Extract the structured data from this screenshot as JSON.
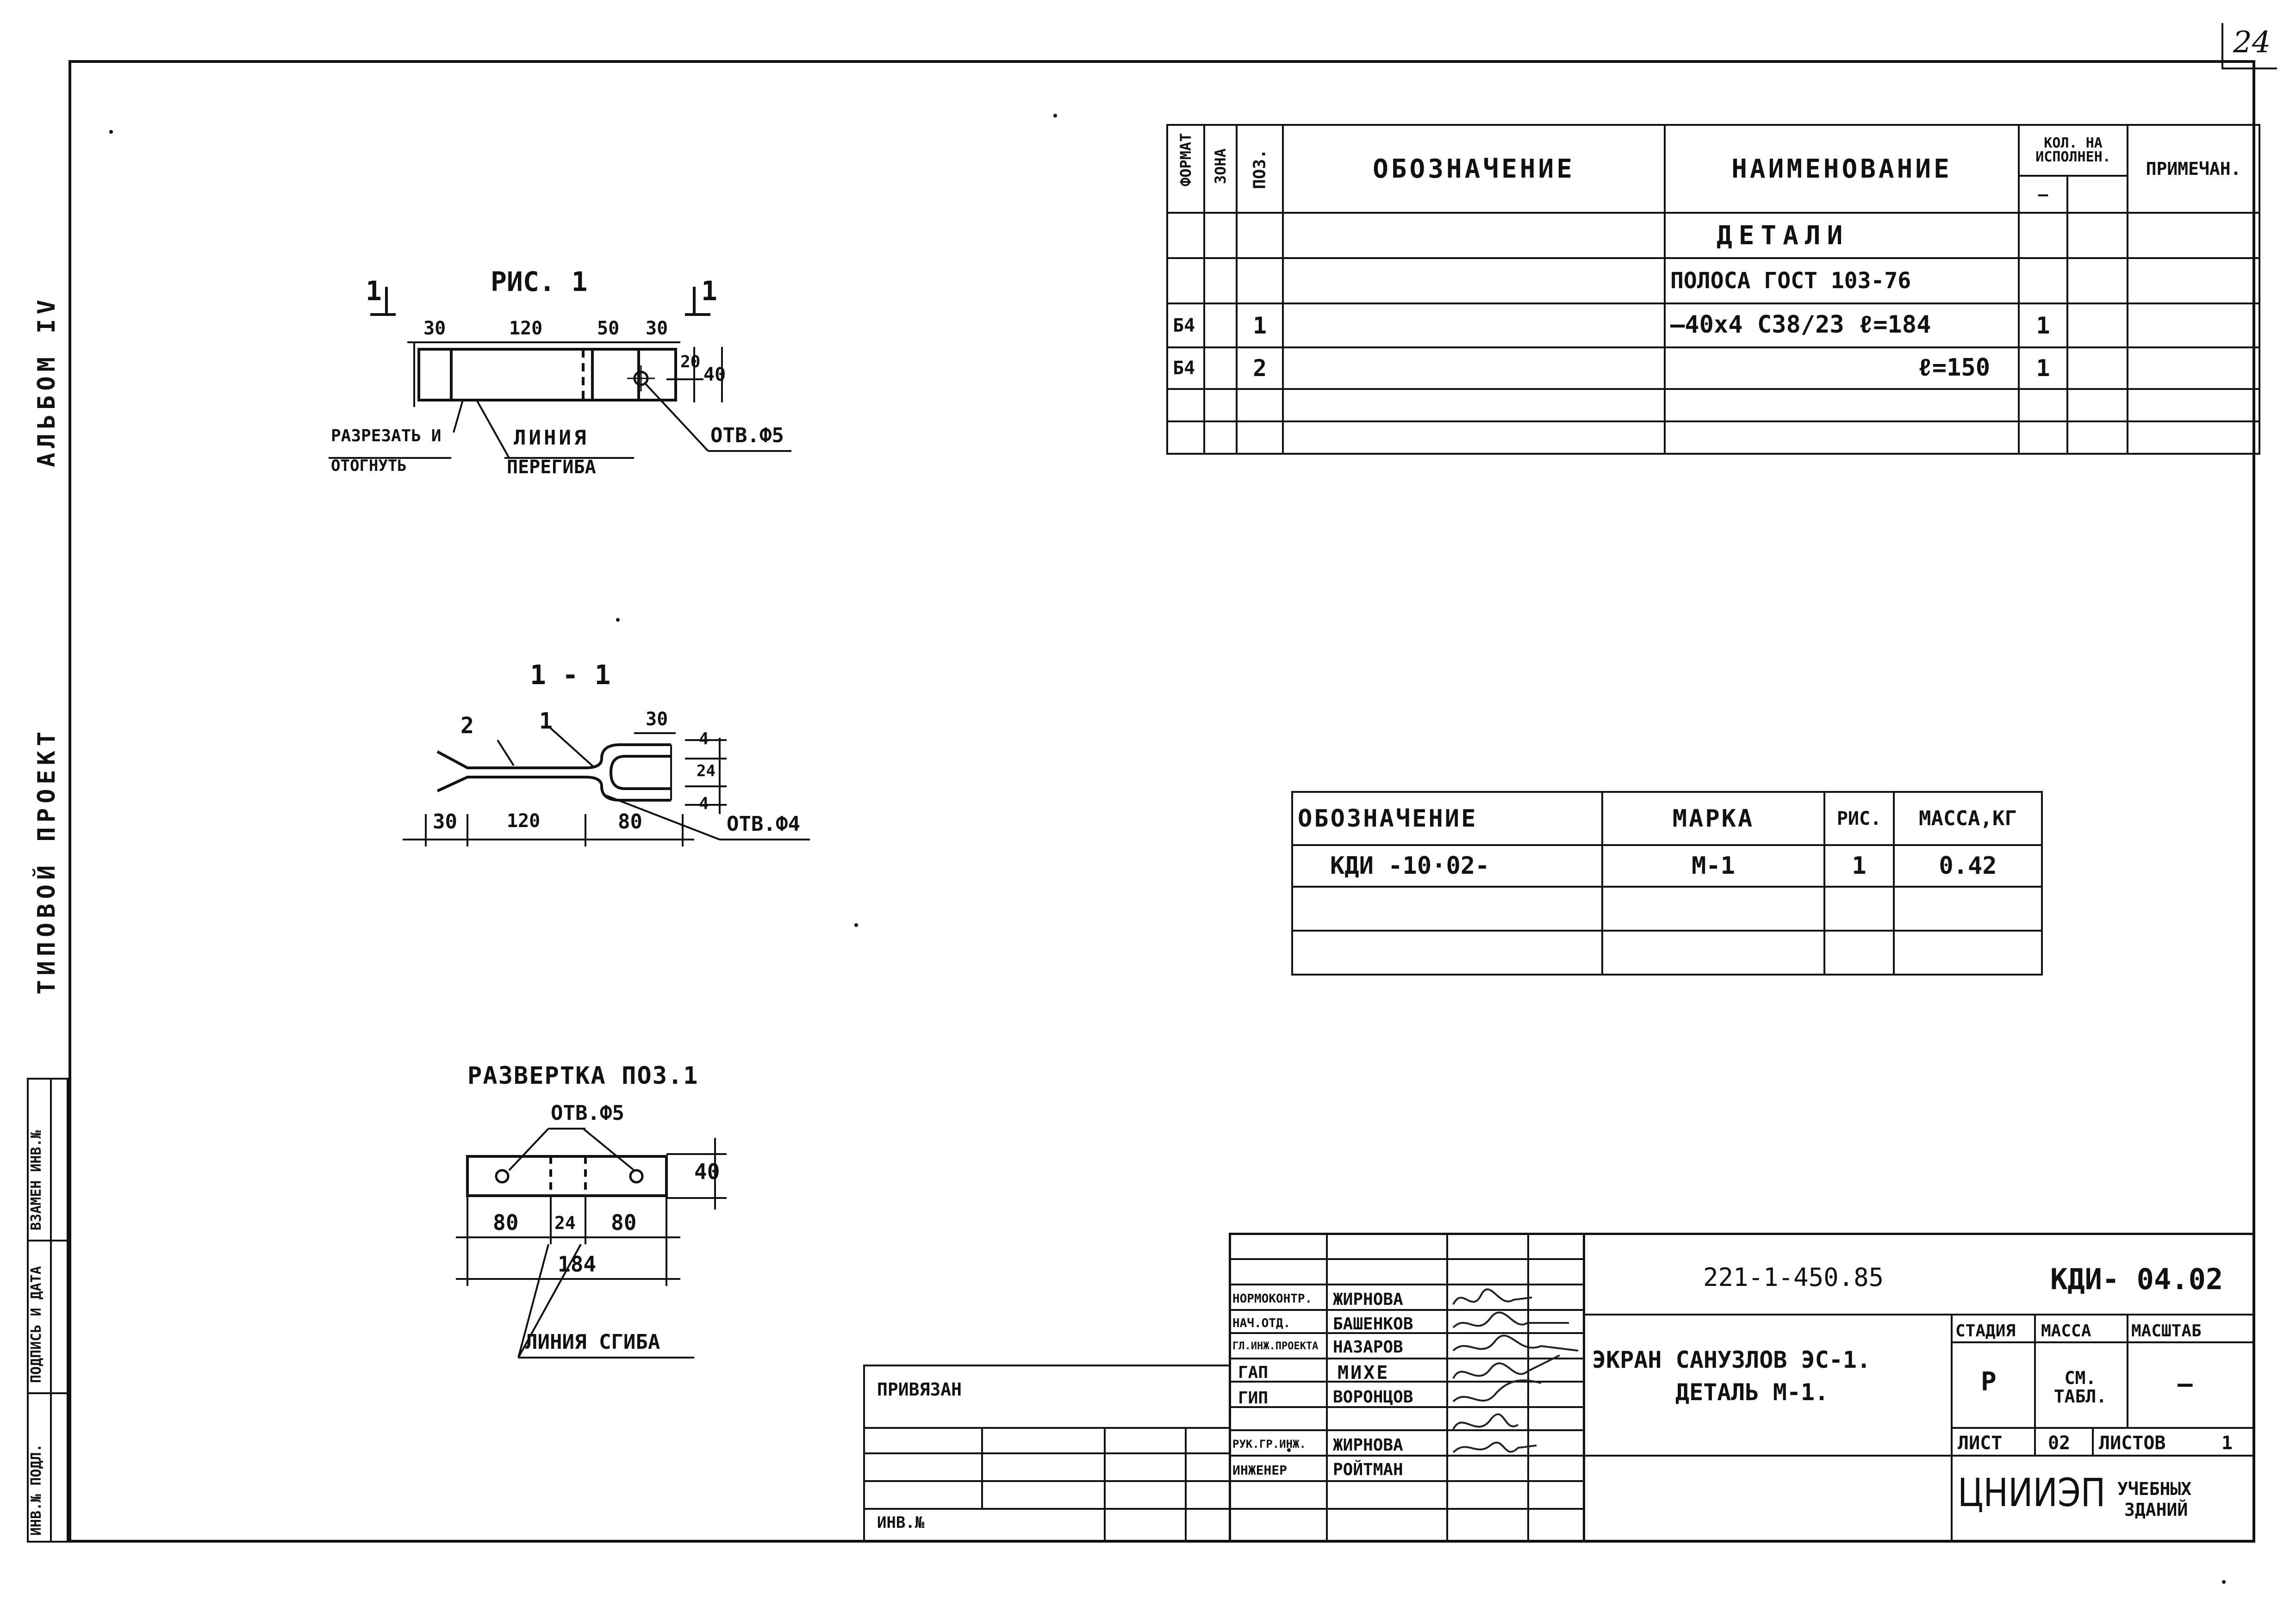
{
  "sheet_number": "24",
  "left_margin": {
    "album": "АЛЬБОМ IV",
    "project": "ТИПОВОЙ ПРОЕКТ",
    "stamp_cells": [
      "ИНВ.№ ПОДЛ.",
      "ПОДПИСЬ И ДАТА",
      "ВЗАМЕН ИНВ.№"
    ]
  },
  "spec_table": {
    "headers": {
      "format": "ФОРМАТ",
      "zone": "ЗОНА",
      "pos": "ПОЗ.",
      "designation": "ОБОЗНАЧЕНИЕ",
      "name": "НАИМЕНОВАНИЕ",
      "qty": "КОЛ. НА ИСПОЛНЕН.",
      "qty_sub": "—",
      "note": "ПРИМЕЧАН."
    },
    "rows": [
      {
        "format": "",
        "pos": "",
        "name": "ДЕТАЛИ",
        "qty": ""
      },
      {
        "format": "",
        "pos": "",
        "name": "ПОЛОСА  ГОСТ 103-76",
        "qty": ""
      },
      {
        "format": "Б4",
        "pos": "1",
        "name": "—40х4 С38/23  ℓ=184",
        "qty": "1"
      },
      {
        "format": "Б4",
        "pos": "2",
        "name": "ℓ=150",
        "qty": "1"
      },
      {
        "format": "",
        "pos": "",
        "name": "",
        "qty": ""
      },
      {
        "format": "",
        "pos": "",
        "name": "",
        "qty": ""
      }
    ]
  },
  "mass_table": {
    "headers": [
      "ОБОЗНАЧЕНИЕ",
      "МАРКА",
      "РИС.",
      "МАССА,КГ"
    ],
    "rows": [
      [
        "КДИ -10·02-",
        "М-1",
        "1",
        "0.42"
      ],
      [
        "",
        "",
        "",
        ""
      ],
      [
        "",
        "",
        "",
        ""
      ]
    ]
  },
  "fig1": {
    "title": "РИС. 1",
    "section_marks": [
      "1",
      "1"
    ],
    "dims": [
      "30",
      "120",
      "50",
      "30",
      "20",
      "40"
    ],
    "notes": [
      "РАЗРЕЗАТЬ И",
      "ОТОГНУТЬ",
      "ЛИНИЯ",
      "ПЕРЕГИБА",
      "ОТВ.Ф5"
    ]
  },
  "section": {
    "title": "1 - 1",
    "labels": [
      "2",
      "1"
    ],
    "dims": [
      "30",
      "4",
      "24",
      "4",
      "30",
      "120",
      "80"
    ],
    "hole": "ОТВ.Ф4"
  },
  "unfold": {
    "title": "РАЗВЕРТКА ПОЗ.1",
    "hole": "ОТВ.Ф5",
    "dims": [
      "80",
      "24",
      "80",
      "184",
      "40"
    ],
    "note": "ЛИНИЯ СГИБА"
  },
  "title_block": {
    "doc_code": "221-1-450.85",
    "mark": "КДИ- 04.02",
    "title_line1": "ЭКРАН САНУЗЛОВ ЭС-1.",
    "title_line2": "ДЕТАЛЬ М-1.",
    "stage_label": "СТАДИЯ",
    "mass_label": "МАССА",
    "scale_label": "МАСШТАБ",
    "stage": "Р",
    "mass": "СМ. ТАБЛ.",
    "scale": "—",
    "sheet_label": "ЛИСТ",
    "sheet": "02",
    "sheets_label": "ЛИСТОВ",
    "sheets": "1",
    "org": "ЦНИИЭП",
    "org_sub1": "УЧЕБНЫХ",
    "org_sub2": "ЗДАНИЙ",
    "bound": "ПРИВЯЗАН",
    "inv": "ИНВ.№",
    "roles": [
      "НОРМОКОНТР.",
      "НАЧ.ОТД.",
      "ГЛ.ИНЖ.ПРОЕКТА",
      "ГАП",
      "ГИП",
      "РУК.ГР.ИНЖ.",
      "ИНЖЕНЕР"
    ],
    "names": [
      "ЖИРНОВА",
      "БАШЕНКОВ",
      "НАЗАРОВ",
      "МИХЕ",
      "ВОРОНЦОВ",
      "ЖИРНОВА",
      "РОЙТМАН"
    ]
  }
}
